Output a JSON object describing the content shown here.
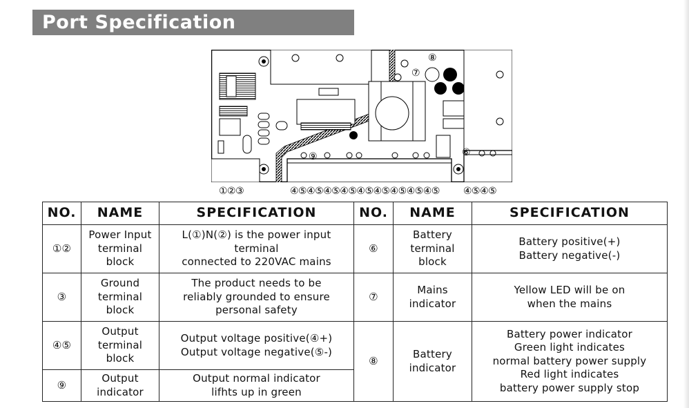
{
  "header": {
    "title": "Port Specification"
  },
  "diagram": {
    "callouts": {
      "top": "⑧",
      "seven": "⑦",
      "nine": "⑨",
      "six": "⑥",
      "bottom_left": "①②③",
      "bottom_mid": "④⑤④⑤④⑤④⑤④⑤④⑤④⑤④⑤④⑤",
      "bottom_right": "④⑤④⑤"
    }
  },
  "table": {
    "headers": [
      "NO.",
      "NAME",
      "SPECIFICATION",
      "NO.",
      "NAME",
      "SPECIFICATION"
    ],
    "left": [
      {
        "no": "①②",
        "name": "Power Input\nterminal\nblock",
        "spec": "L(①)N(②) is the power input\nterminal\nconnected to 220VAC mains"
      },
      {
        "no": "③",
        "name": "Ground\nterminal\nblock",
        "spec": "The product needs to be\nreliably grounded to ensure\npersonal safety"
      },
      {
        "no": "④⑤",
        "name": "Output\nterminal\nblock",
        "spec": "Output voltage positive(④+)\nOutput voltage negative(⑤-)"
      },
      {
        "no": "⑨",
        "name": "Output\nindicator",
        "spec": "Output normal indicator\nlifhts up in green"
      }
    ],
    "right": [
      {
        "no": "⑥",
        "name": "Battery\nterminal\nblock",
        "spec": "Battery positive(+)\nBattery negative(-)"
      },
      {
        "no": "⑦",
        "name": "Mains\nindicator",
        "spec": "Yellow LED will be on\nwhen the mains"
      },
      {
        "no": "⑧",
        "name": "Battery\nindicator",
        "spec": "Battery power indicator\nGreen light indicates\nnormal battery power supply\nRed light indicates\nbattery power supply stop"
      }
    ]
  }
}
